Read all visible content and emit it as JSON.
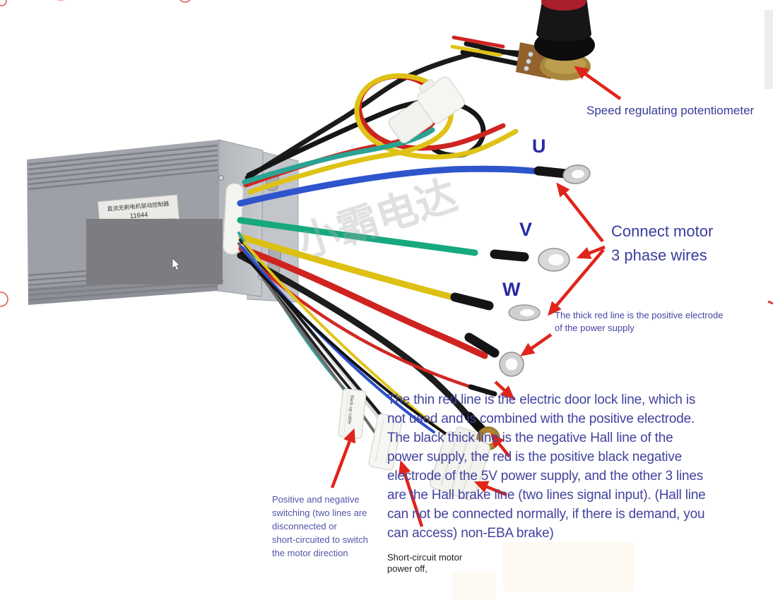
{
  "watermark": {
    "text": "小霸电达"
  },
  "controller": {
    "label_title": "直流无刷电机驱动控制器",
    "label_model_top": "11644",
    "label_model_bottom": "11644"
  },
  "connectors": {
    "backup_label": "Back-up cable"
  },
  "annotations": {
    "potentiometer_label": "Speed regulating potentiometer",
    "phase_u": "U",
    "phase_v": "V",
    "phase_w": "W",
    "connect_motor": [
      "Connect motor",
      "3 phase wires"
    ],
    "thick_red": [
      "The thick red line is the positive electrode",
      "of the power supply"
    ],
    "main_paragraph": [
      "The thin red line is the electric door lock line, which is",
      "not used and is combined with the positive electrode.",
      "The black thick line is the negative Hall line of the",
      "power supply, the red is the positive black negative",
      "electrode of the 5V power supply, and the other 3 lines",
      "are the Hall brake line (two lines signal input). (Hall line",
      "can not be connected normally, if there is demand, you",
      "can access) non-EBA brake)"
    ],
    "switching": [
      "Positive and negative",
      "switching (two lines are",
      "disconnected or",
      "short-circuited to switch",
      "the motor direction"
    ],
    "short_circuit": [
      "Short-circuit motor",
      "power off,"
    ]
  },
  "colors": {
    "annotation_blue": "#4343a0",
    "arrow_red": "#e0241b",
    "wire_blue": "#2f55cc",
    "wire_green": "#17a87e",
    "wire_yellow": "#ddc012",
    "wire_red": "#cf2320",
    "wire_black": "#1c1c1c"
  }
}
